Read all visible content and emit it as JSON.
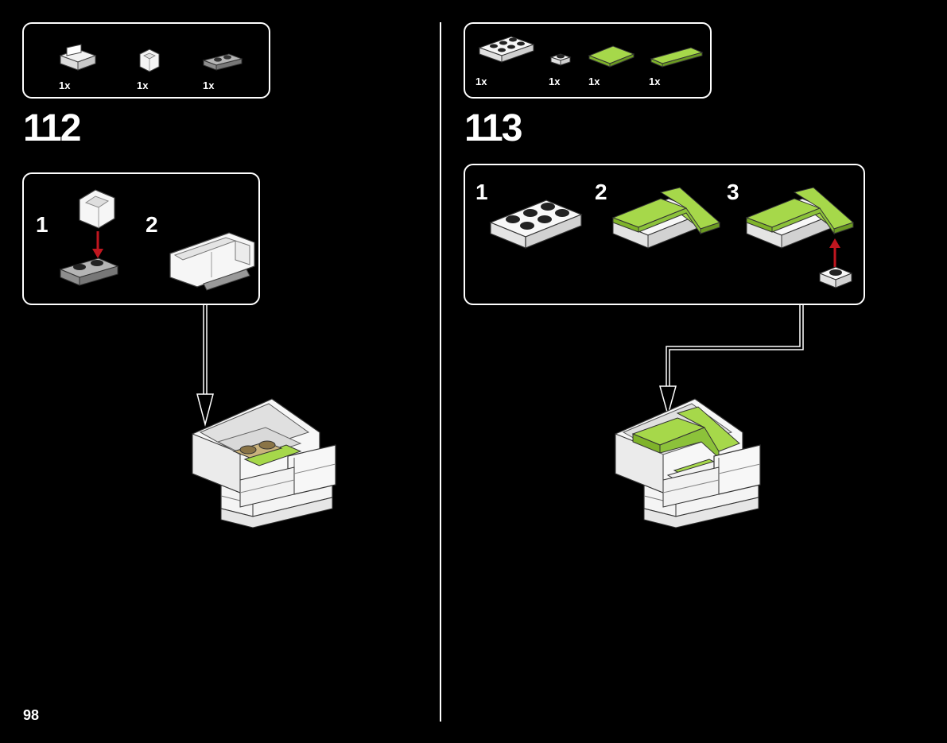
{
  "page": {
    "number": "98"
  },
  "steps": [
    {
      "number": "112",
      "parts": [
        {
          "icon": "white-corner-slope-brick-icon",
          "qty": "1x"
        },
        {
          "icon": "white-corner-panel-icon",
          "qty": "1x"
        },
        {
          "icon": "gray-1x2-plate-icon",
          "qty": "1x"
        }
      ],
      "substeps": [
        "1",
        "2"
      ]
    },
    {
      "number": "113",
      "parts": [
        {
          "icon": "white-2x3-plate-icon",
          "qty": "1x"
        },
        {
          "icon": "white-1x1-plate-icon",
          "qty": "1x"
        },
        {
          "icon": "lime-tile-2x2-icon",
          "qty": "1x"
        },
        {
          "icon": "lime-tile-1x4-icon",
          "qty": "1x"
        }
      ],
      "substeps": [
        "1",
        "2",
        "3"
      ]
    }
  ],
  "colors": {
    "background": "#000000",
    "lime": "#a6d84a",
    "red_arrow": "#c0161f",
    "tan": "#c9b27c",
    "gray": "#9a9a9a"
  }
}
